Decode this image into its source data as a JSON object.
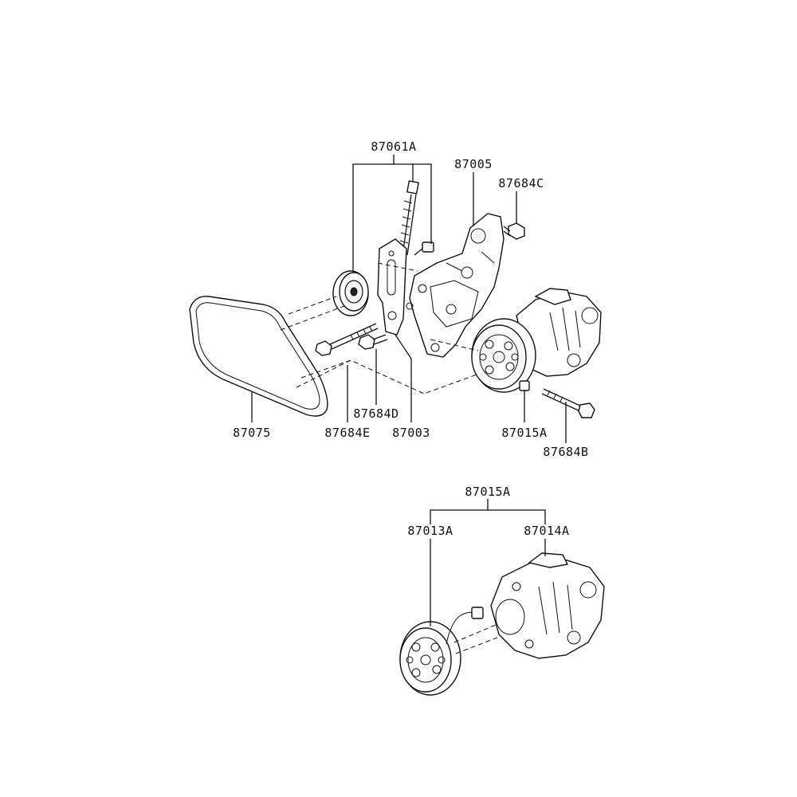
{
  "labels": {
    "idler_pulley_assy": "87061A",
    "compressor_bracket": "87005",
    "bolt_c": "87684C",
    "v_belt": "87075",
    "bolt_e": "87684E",
    "bolt_d": "87684D",
    "pulley_bracket": "87003",
    "compressor_assy": "87015A",
    "bolt_b": "87684B",
    "compressor_assy_detail": "87015A",
    "clutch_assy": "87013A",
    "compressor_body": "87014A"
  }
}
